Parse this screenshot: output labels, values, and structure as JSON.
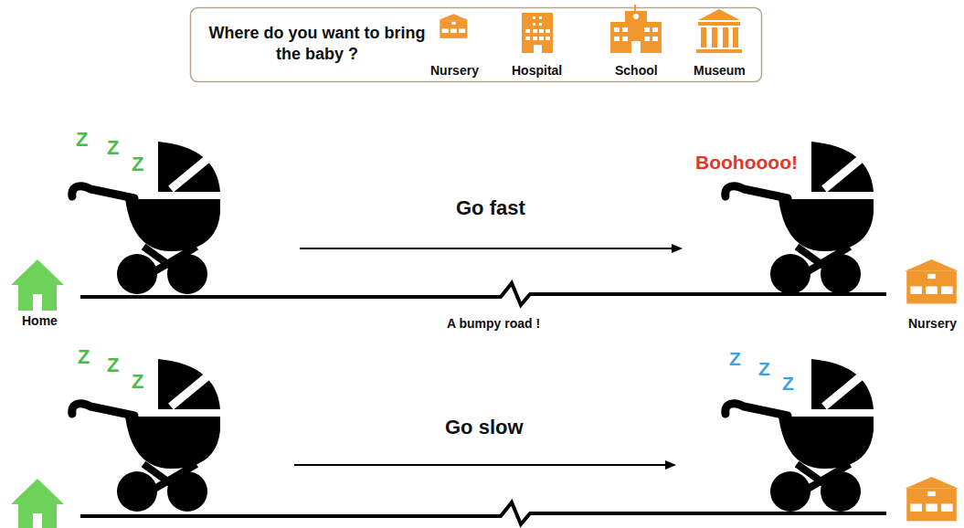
{
  "diagram": {
    "nodes": [
      {
        "text": [
          "Where do you want to bring the baby ?"
        ]
      }
    ],
    "labels": [
      "Nursery",
      "Hospital",
      "School",
      "Museum",
      "Z",
      "Z",
      "Z",
      "Go fast",
      "Boohoooo!",
      "Home",
      "A bumpy road !",
      "Nursery",
      "Z",
      "Z",
      "Z",
      "Go slow",
      "Z",
      "Z",
      "Z"
    ]
  }
}
